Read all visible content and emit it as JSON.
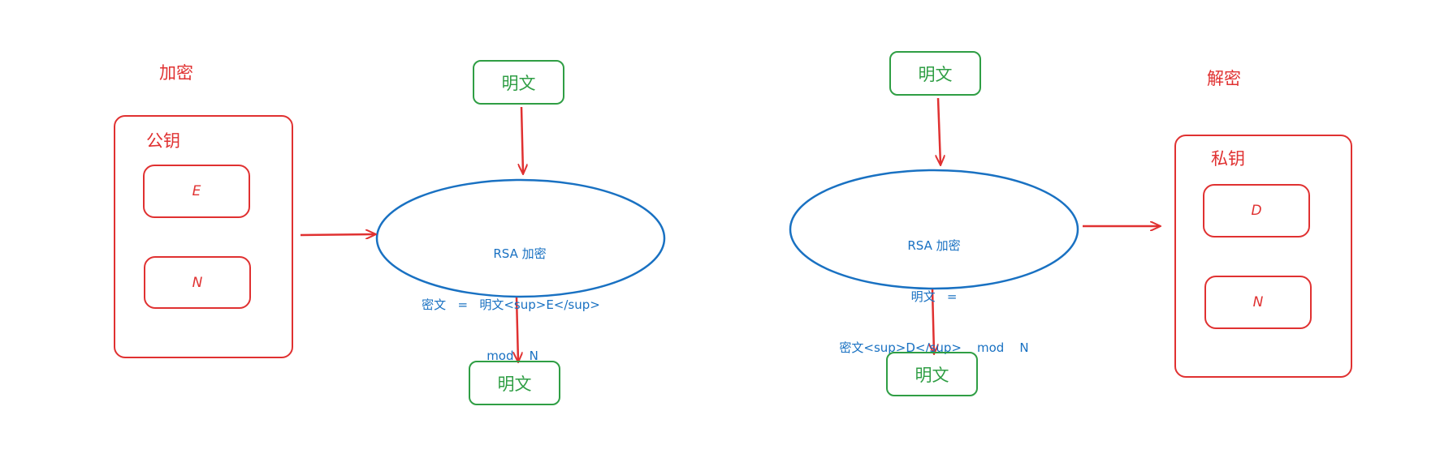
{
  "encrypt": {
    "section_title": "加密",
    "key_box": {
      "title": "公钥",
      "items": [
        "E",
        "N"
      ]
    },
    "plaintext_top": "明文",
    "plaintext_bottom": "明文",
    "formula": {
      "line1": "RSA 加密",
      "line2": "密文   =   明文<sup>E</sup>",
      "line3": "mod    N"
    }
  },
  "decrypt": {
    "section_title": "解密",
    "key_box": {
      "title": "私钥",
      "items": [
        "D",
        "N"
      ]
    },
    "plaintext_top": "明文",
    "plaintext_bottom": "明文",
    "formula": {
      "line1": "RSA 加密",
      "line2": "明文   =",
      "line3": "密文<sup>D</sup>    mod    N"
    }
  },
  "colors": {
    "red": "#e03131",
    "green": "#2f9e44",
    "blue": "#1971c2"
  }
}
